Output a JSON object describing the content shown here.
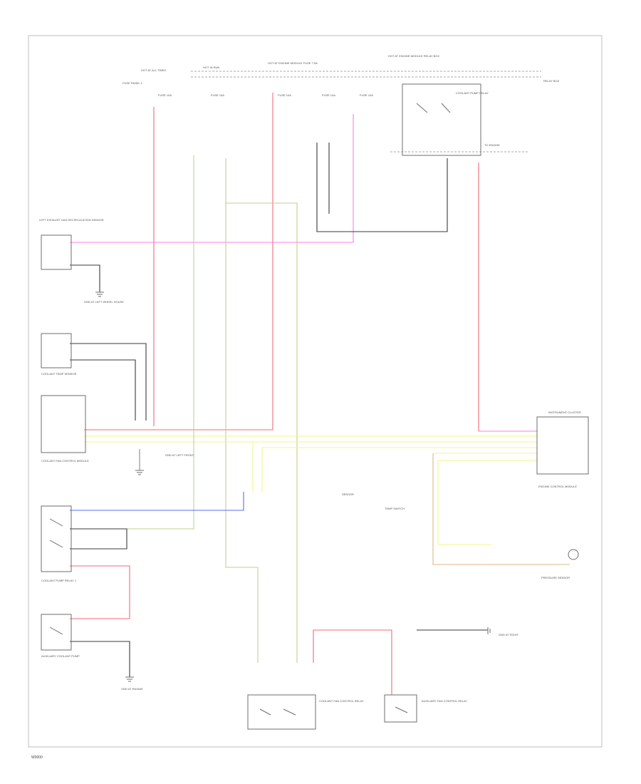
{
  "colors": {
    "frame": "#bdbdbd",
    "component": "#6e6e6e",
    "red": "#f06a78",
    "pink": "#ff7fe3",
    "yellow": "#f3f58a",
    "olive": "#c9c98f",
    "green": "#b7d48e",
    "blue": "#5b6cf2",
    "black": "#3a3a3a",
    "grey": "#8a8a8a",
    "tan": "#d9b98a"
  },
  "labels": {
    "fuse_a": "FUSE PANEL 1",
    "hot_a": "HOT AT ALL TIMES",
    "fuse_a_no": "FUSE 10A",
    "hot_b": "HOT IN RUN",
    "fuse_b": "FUSE 15A",
    "ecm_top": "HOT AT ENGINE MODULE FUSE 7.5A",
    "fuse_c": "FUSE 10A",
    "fuse_d": "FUSE 10A",
    "fuse_e": "FUSE 10A",
    "ecm_relay_box": "HOT AT ENGINE MODULE RELAY BOX",
    "coolant_relay": "COOLANT PUMP RELAY",
    "fuse_box": "RELAY BOX",
    "right_ref": "TO ENGINE",
    "sensor_top": "LEFT EXHAUST GAS RECIRCULATION SENSOR",
    "g_left": "GND AT LEFT WHEEL HOUSE",
    "coolant_temp": "COOLANT TEMP SENSOR",
    "cluster_lbl": "COOLANT FAN CONTROL MODULE",
    "ground_mid": "GND AT LEFT FRONT",
    "coolant_pump_lbl": "COOLANT PUMP RELAY 1",
    "aux_lbl": "AUXILIARY COOLANT PUMP",
    "g_bottom_left": "GND AT ENGINE",
    "main_fan_lbl": "COOLANT FAN CONTROL RELAY",
    "aux_fan_lbl": "AUXILIARY FAN CONTROL RELAY",
    "g_right_bottom": "GND AT RIGHT",
    "instr_lbl": "INSTRUMENT CLUSTER",
    "ecm_right": "ENGINE CONTROL MODULE",
    "temp_switch": "TEMP SWITCH",
    "sensor_mid": "SENSOR",
    "pressure_lbl": "PRESSURE SENSOR",
    "footer": "W0000"
  }
}
